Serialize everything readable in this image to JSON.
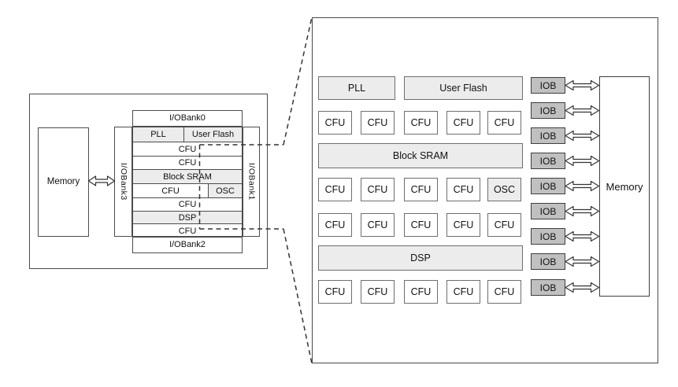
{
  "diagram": {
    "overview": {
      "memory": "Memory",
      "iobank0": "I/OBank0",
      "iobank1": "I/OBank1",
      "iobank2": "I/OBank2",
      "iobank3": "I/OBank3",
      "pll": "PLL",
      "user_flash": "User Flash",
      "cfu": "CFU",
      "block_sram": "Block SRAM",
      "osc": "OSC",
      "dsp": "DSP"
    },
    "detail": {
      "pll": "PLL",
      "user_flash": "User Flash",
      "cfu": "CFU",
      "block_sram": "Block SRAM",
      "osc": "OSC",
      "dsp": "DSP",
      "iob": "IOB",
      "memory": "Memory"
    },
    "colors": {
      "shaded_block": "#ececec",
      "iob_fill": "#c0c0c0",
      "outline_dark": "#4c4c4c",
      "outline_medium": "#6e6e6e",
      "dash_line": "#333333",
      "text": "#111111",
      "background": "#ffffff"
    }
  }
}
